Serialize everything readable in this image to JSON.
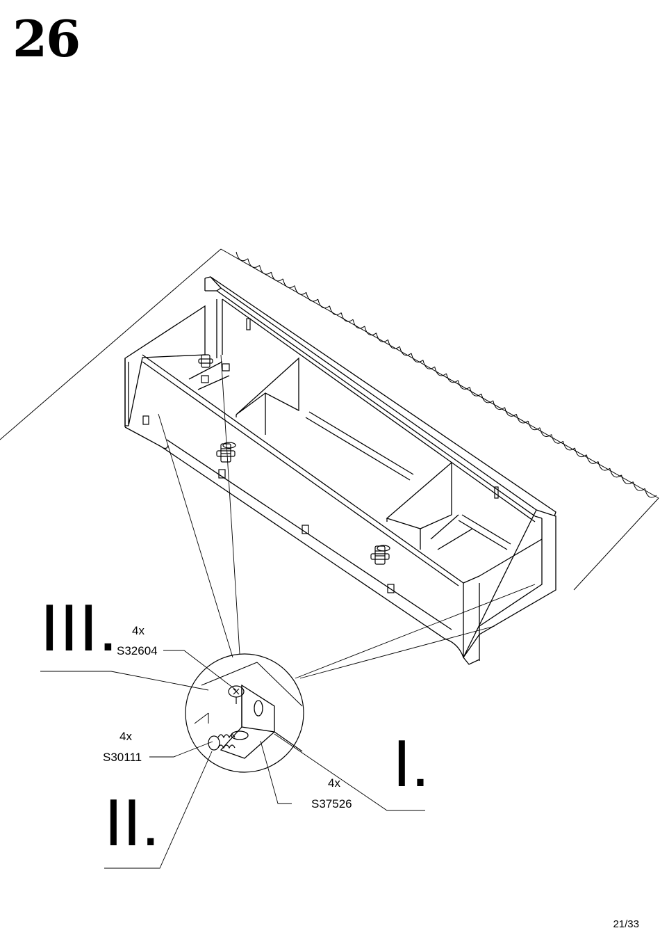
{
  "step": {
    "number": "26"
  },
  "sub_steps": {
    "one": "I.",
    "two": "II.",
    "three": "III."
  },
  "parts": [
    {
      "id": "s32604",
      "quantity": "4x",
      "code": "S32604"
    },
    {
      "id": "s30111",
      "quantity": "4x",
      "code": "S30111"
    },
    {
      "id": "s37526",
      "quantity": "4x",
      "code": "S37526"
    }
  ],
  "footer": {
    "page": "21/33"
  },
  "colors": {
    "ink": "#000000",
    "paper": "#ffffff"
  },
  "icons": [
    "wall-hatch-icon",
    "adjustable-foot-icon",
    "mounting-bracket-icon",
    "screw-icon"
  ]
}
